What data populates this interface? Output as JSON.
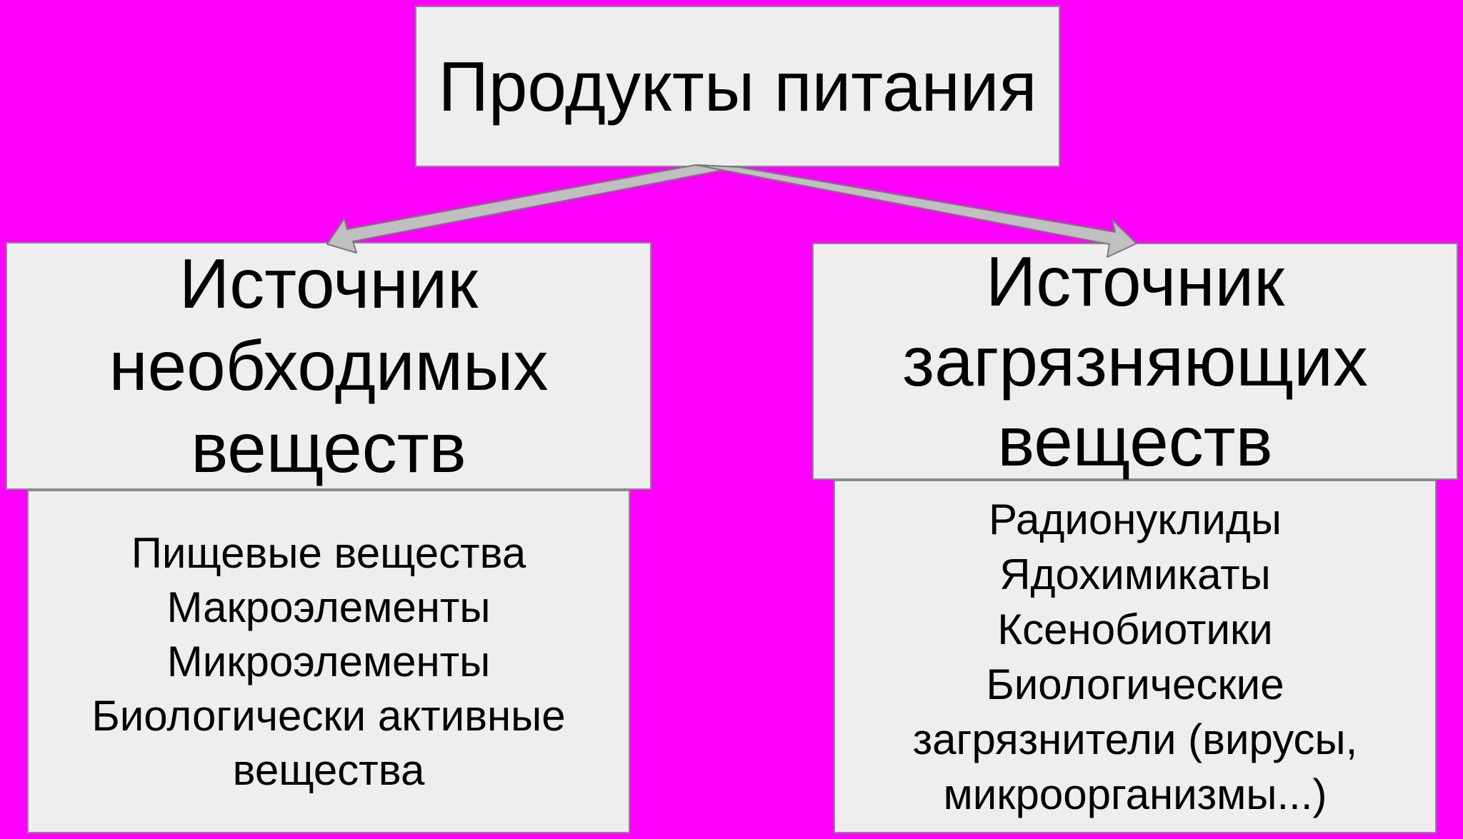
{
  "top": {
    "title": "Продукты питания"
  },
  "left": {
    "heading": [
      "Источник",
      "необходимых",
      "веществ"
    ],
    "items": [
      "Пищевые вещества",
      "Макроэлементы",
      "Микроэлементы",
      "Биологически активные",
      "вещества"
    ]
  },
  "right": {
    "heading": [
      "Источник",
      "загрязняющих",
      "веществ"
    ],
    "items": [
      "Радионуклиды",
      "Ядохимикаты",
      "Ксенобиотики",
      "Биологические",
      "загрязнители (вирусы,",
      "микроорганизмы...)"
    ]
  },
  "colors": {
    "background": "#ff00ff",
    "box_fill": "#eeeeee",
    "arrow_fill": "#c0c0c0",
    "border": "#8a8a8a"
  }
}
